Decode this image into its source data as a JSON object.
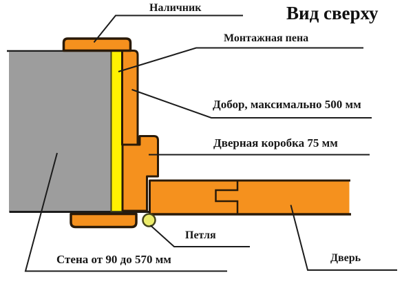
{
  "title": "Вид сверху",
  "labels": {
    "casing": "Наличник",
    "foam": "Монтажная пена",
    "extension": "Добор, максимально 500 мм",
    "frame": "Дверная коробка 75 мм",
    "hinge": "Петля",
    "wall": "Стена от 90 до 570 мм",
    "door": "Дверь"
  },
  "colors": {
    "orange": "#F5911E",
    "outline": "#2A1A08",
    "wall_gray": "#9D9D9D",
    "foam_yellow": "#FFF101",
    "foam_edge": "#44441A",
    "hinge_yellow": "#ECEC6B",
    "leader_line": "#1B1B1B",
    "edge_black": "#1C1C1C"
  }
}
